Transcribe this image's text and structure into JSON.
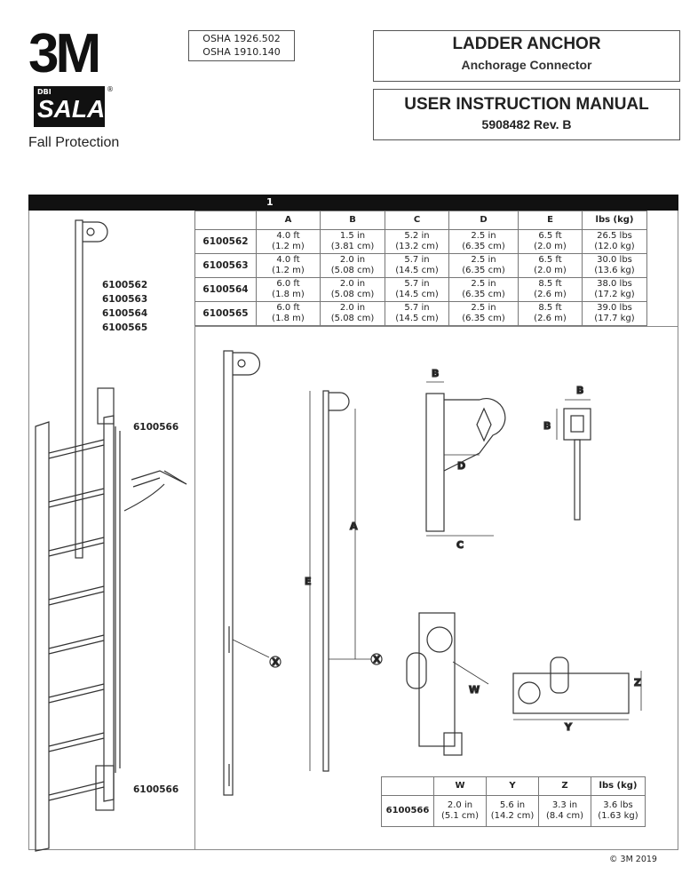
{
  "header": {
    "brand": "3M",
    "sub_brand_small": "DBI",
    "sub_brand": "SALA",
    "registered": "®",
    "division": "Fall Protection",
    "osha": [
      "OSHA 1926.502",
      "OSHA 1910.140"
    ],
    "product_title": "LADDER ANCHOR",
    "product_subtitle": "Anchorage Connector",
    "manual_title": "USER INSTRUCTION MANUAL",
    "manual_number": "5908482 Rev. B"
  },
  "figure": {
    "number": "1",
    "left_part_numbers": [
      "6100562",
      "6100563",
      "6100564",
      "6100565"
    ],
    "label_top": "6100566",
    "label_bottom": "6100566",
    "dim_labels": {
      "A": "A",
      "B": "B",
      "C": "C",
      "D": "D",
      "E": "E",
      "X": "X",
      "W": "W",
      "Y": "Y",
      "Z": "Z"
    }
  },
  "spec_table": {
    "headers": [
      "",
      "A",
      "B",
      "C",
      "D",
      "E",
      "lbs (kg)"
    ],
    "rows": [
      [
        "6100562",
        "4.0 ft",
        "(1.2 m)",
        "1.5 in",
        "(3.81 cm)",
        "5.2 in",
        "(13.2 cm)",
        "2.5 in",
        "(6.35 cm)",
        "6.5 ft",
        "(2.0 m)",
        "26.5 lbs",
        "(12.0 kg)"
      ],
      [
        "6100563",
        "4.0 ft",
        "(1.2 m)",
        "2.0 in",
        "(5.08 cm)",
        "5.7 in",
        "(14.5 cm)",
        "2.5 in",
        "(6.35 cm)",
        "6.5 ft",
        "(2.0 m)",
        "30.0 lbs",
        "(13.6 kg)"
      ],
      [
        "6100564",
        "6.0 ft",
        "(1.8 m)",
        "2.0 in",
        "(5.08 cm)",
        "5.7 in",
        "(14.5 cm)",
        "2.5 in",
        "(6.35 cm)",
        "8.5 ft",
        "(2.6 m)",
        "38.0 lbs",
        "(17.2 kg)"
      ],
      [
        "6100565",
        "6.0 ft",
        "(1.8 m)",
        "2.0 in",
        "(5.08 cm)",
        "5.7 in",
        "(14.5 cm)",
        "2.5 in",
        "(6.35 cm)",
        "8.5 ft",
        "(2.6 m)",
        "39.0 lbs",
        "(17.7 kg)"
      ]
    ]
  },
  "bracket_table": {
    "headers": [
      "",
      "W",
      "Y",
      "Z",
      "lbs (kg)"
    ],
    "row": [
      "6100566",
      "2.0 in",
      "(5.1 cm)",
      "5.6 in",
      "(14.2 cm)",
      "3.3 in",
      "(8.4 cm)",
      "3.6 lbs",
      "(1.63 kg)"
    ]
  },
  "footer": {
    "copyright": "© 3M 2019"
  }
}
